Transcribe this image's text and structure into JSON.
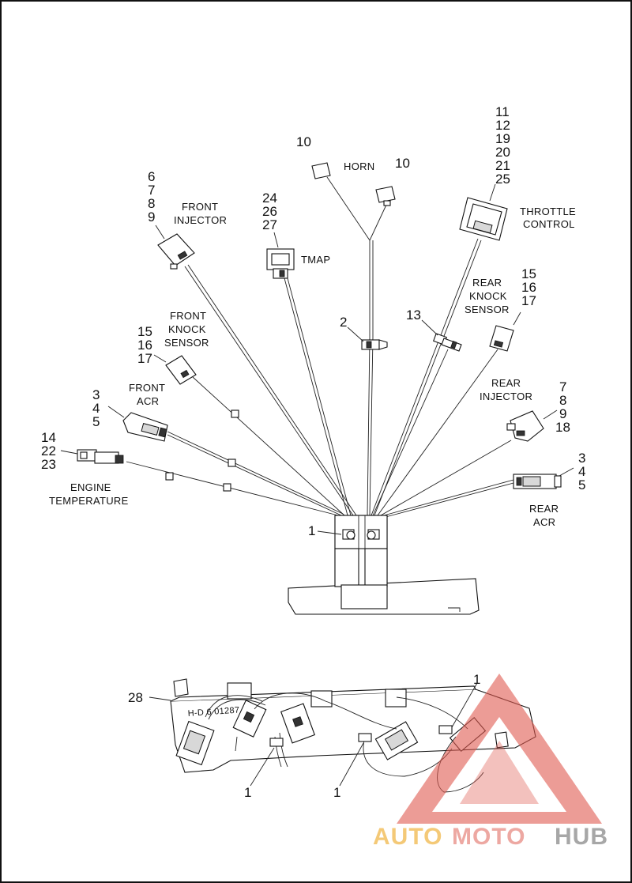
{
  "callouts": {
    "horn_left": "10",
    "horn_right": "10",
    "throttle": [
      "11",
      "12",
      "19",
      "20",
      "21",
      "25"
    ],
    "front_injector": [
      "6",
      "7",
      "8",
      "9"
    ],
    "tmap": [
      "24",
      "26",
      "27"
    ],
    "rear_knock": [
      "15",
      "16",
      "17"
    ],
    "front_knock": [
      "15",
      "16",
      "17"
    ],
    "clip_2": "2",
    "sensor_13": "13",
    "rear_injector": [
      "7",
      "8",
      "9",
      "18"
    ],
    "front_acr": [
      "3",
      "4",
      "5"
    ],
    "engine_temp": [
      "14",
      "22",
      "23"
    ],
    "rear_acr": [
      "3",
      "4",
      "5"
    ],
    "clip_1_top": "1",
    "base_28": "28",
    "clip_1_right": "1",
    "clip_1_bottom_left": "1",
    "clip_1_bottom_mid": "1"
  },
  "labels": {
    "horn": "HORN",
    "throttle": [
      "THROTTLE",
      "CONTROL"
    ],
    "front_injector": [
      "FRONT",
      "INJECTOR"
    ],
    "tmap": "TMAP",
    "rear_knock": [
      "REAR",
      "KNOCK",
      "SENSOR"
    ],
    "front_knock": [
      "FRONT",
      "KNOCK",
      "SENSOR"
    ],
    "rear_injector": [
      "REAR",
      "INJECTOR"
    ],
    "front_acr": [
      "FRONT",
      "ACR"
    ],
    "engine_temp": [
      "ENGINE",
      "TEMPERATURE"
    ],
    "rear_acr": [
      "REAR",
      "ACR"
    ],
    "part_stamp": "H-D 6 01287"
  },
  "watermark": {
    "auto": "AUTO",
    "moto": "MOTO",
    "hub": "HUB",
    "colors": {
      "auto": "#f1b84a",
      "moto": "#e88c84",
      "hub": "#8a8a8a",
      "triangle": "#e05a50"
    }
  }
}
